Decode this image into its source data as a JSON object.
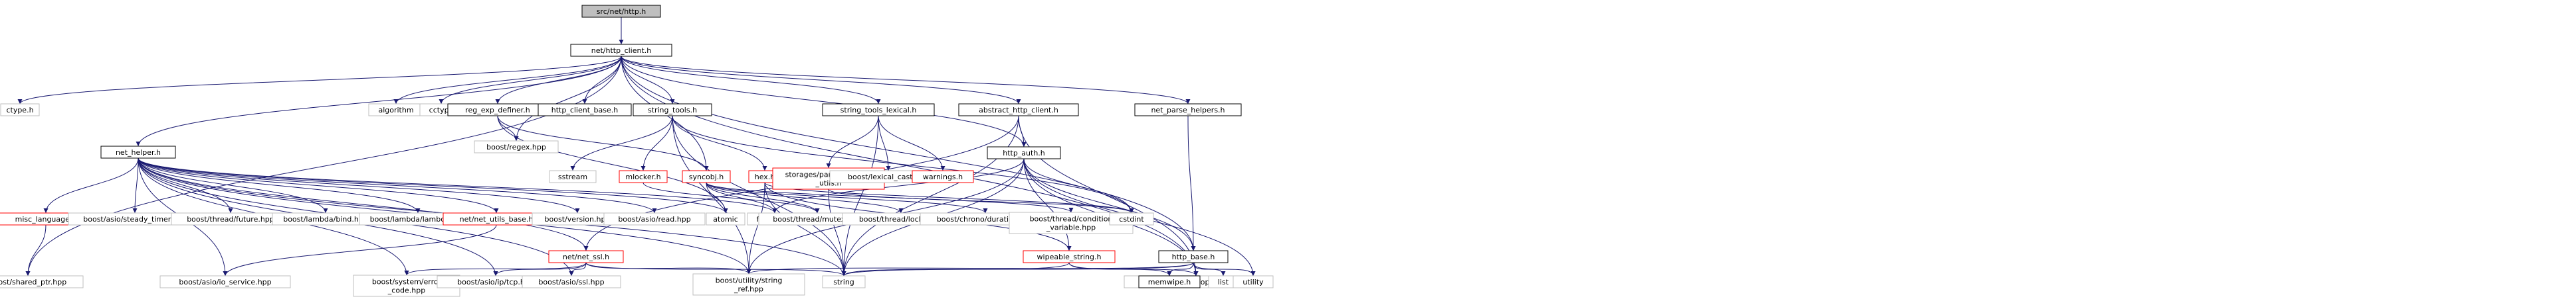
{
  "graph": {
    "colors": {
      "edge": "#191970",
      "doc_border": "#000000",
      "undoc_border": "#bfbfbf",
      "missing_border": "#ff0000",
      "root_fill": "#bfbfbf",
      "text": "#000000"
    },
    "nodes": [
      {
        "id": "root",
        "label": "src/net/http.h",
        "kind": "root"
      },
      {
        "id": "http_client",
        "label": "net/http_client.h",
        "kind": "doc"
      },
      {
        "id": "ctype_h",
        "label": "ctype.h",
        "kind": "undoc"
      },
      {
        "id": "algorithm",
        "label": "algorithm",
        "kind": "undoc"
      },
      {
        "id": "cctype",
        "label": "cctype",
        "kind": "undoc"
      },
      {
        "id": "reg_exp",
        "label": "reg_exp_definer.h",
        "kind": "doc"
      },
      {
        "id": "http_client_base",
        "label": "http_client_base.h",
        "kind": "doc"
      },
      {
        "id": "string_tools",
        "label": "string_tools.h",
        "kind": "doc"
      },
      {
        "id": "string_tools_lexical",
        "label": "string_tools_lexical.h",
        "kind": "doc"
      },
      {
        "id": "abstract_http_client",
        "label": "abstract_http_client.h",
        "kind": "doc"
      },
      {
        "id": "net_parse_helpers",
        "label": "net_parse_helpers.h",
        "kind": "doc"
      },
      {
        "id": "boost_regex",
        "label": "boost/regex.hpp",
        "kind": "undoc"
      },
      {
        "id": "sstream",
        "label": "sstream",
        "kind": "undoc"
      },
      {
        "id": "mlocker",
        "label": "mlocker.h",
        "kind": "missing"
      },
      {
        "id": "syncobj",
        "label": "syncobj.h",
        "kind": "missing"
      },
      {
        "id": "hex",
        "label": "hex.h",
        "kind": "missing"
      },
      {
        "id": "storages",
        "label": "storages/parserse_base\n_utils.h",
        "kind": "missing"
      },
      {
        "id": "lexical_cast",
        "label": "boost/lexical_cast.hpp",
        "kind": "undoc"
      },
      {
        "id": "warnings",
        "label": "warnings.h",
        "kind": "missing"
      },
      {
        "id": "http_auth",
        "label": "http_auth.h",
        "kind": "doc"
      },
      {
        "id": "net_helper",
        "label": "net_helper.h",
        "kind": "doc"
      },
      {
        "id": "misc_language",
        "label": "misc_language.h",
        "kind": "missing"
      },
      {
        "id": "steady_timer",
        "label": "boost/asio/steady_timer.hpp",
        "kind": "undoc"
      },
      {
        "id": "thread_future",
        "label": "boost/thread/future.hpp",
        "kind": "undoc"
      },
      {
        "id": "lambda_bind",
        "label": "boost/lambda/bind.hpp",
        "kind": "undoc"
      },
      {
        "id": "lambda_lambda",
        "label": "boost/lambda/lambda.hpp",
        "kind": "undoc"
      },
      {
        "id": "net_utils_base",
        "label": "net/net_utils_base.h",
        "kind": "missing"
      },
      {
        "id": "version",
        "label": "boost/version.hpp",
        "kind": "undoc"
      },
      {
        "id": "asio_read",
        "label": "boost/asio/read.hpp",
        "kind": "undoc"
      },
      {
        "id": "atomic",
        "label": "atomic",
        "kind": "undoc"
      },
      {
        "id": "functional",
        "label": "functional",
        "kind": "undoc"
      },
      {
        "id": "net_ssl",
        "label": "net/net_ssl.h",
        "kind": "missing"
      },
      {
        "id": "thread_mutex",
        "label": "boost/thread/mutex.hpp",
        "kind": "undoc"
      },
      {
        "id": "thread_locks",
        "label": "boost/thread/locks.hpp",
        "kind": "undoc"
      },
      {
        "id": "chrono_duration",
        "label": "boost/chrono/duration.hpp",
        "kind": "undoc"
      },
      {
        "id": "thread_condvar",
        "label": "boost/thread/condition\n_variable.hpp",
        "kind": "undoc"
      },
      {
        "id": "cstdint",
        "label": "cstdint",
        "kind": "undoc"
      },
      {
        "id": "wipeable_string",
        "label": "wipeable_string.h",
        "kind": "missing"
      },
      {
        "id": "http_base",
        "label": "http_base.h",
        "kind": "doc"
      },
      {
        "id": "shared_ptr",
        "label": "boost/shared_ptr.hpp",
        "kind": "undoc"
      },
      {
        "id": "io_service",
        "label": "boost/asio/io_service.hpp",
        "kind": "undoc"
      },
      {
        "id": "error_code",
        "label": "boost/system/error\n_code.hpp",
        "kind": "undoc"
      },
      {
        "id": "ip_tcp",
        "label": "boost/asio/ip/tcp.hpp",
        "kind": "undoc"
      },
      {
        "id": "asio_ssl",
        "label": "boost/asio/ssl.hpp",
        "kind": "undoc"
      },
      {
        "id": "string_ref",
        "label": "boost/utility/string\n_ref.hpp",
        "kind": "undoc"
      },
      {
        "id": "string",
        "label": "string",
        "kind": "undoc"
      },
      {
        "id": "optional",
        "label": "boost/optional/optional.hpp",
        "kind": "undoc"
      },
      {
        "id": "memwipe",
        "label": "memwipe.h",
        "kind": "doc"
      },
      {
        "id": "list",
        "label": "list",
        "kind": "undoc"
      },
      {
        "id": "utility",
        "label": "utility",
        "kind": "undoc"
      }
    ],
    "edges": [
      [
        "root",
        "http_client"
      ],
      [
        "http_client",
        "ctype_h"
      ],
      [
        "http_client",
        "algorithm"
      ],
      [
        "http_client",
        "cctype"
      ],
      [
        "http_client",
        "reg_exp"
      ],
      [
        "http_client",
        "http_client_base"
      ],
      [
        "http_client",
        "string_tools"
      ],
      [
        "http_client",
        "string_tools_lexical"
      ],
      [
        "http_client",
        "abstract_http_client"
      ],
      [
        "http_client",
        "net_parse_helpers"
      ],
      [
        "http_client",
        "net_helper"
      ],
      [
        "http_client",
        "boost_regex"
      ],
      [
        "http_client",
        "syncobj"
      ],
      [
        "http_client",
        "http_auth"
      ],
      [
        "http_client",
        "http_base"
      ],
      [
        "http_client",
        "shared_ptr"
      ],
      [
        "http_client",
        "optional"
      ],
      [
        "reg_exp",
        "boost_regex"
      ],
      [
        "reg_exp",
        "atomic"
      ],
      [
        "reg_exp",
        "syncobj"
      ],
      [
        "string_tools",
        "sstream"
      ],
      [
        "string_tools",
        "mlocker"
      ],
      [
        "string_tools",
        "hex"
      ],
      [
        "string_tools",
        "string_ref"
      ],
      [
        "string_tools",
        "string"
      ],
      [
        "string_tools",
        "cstdint"
      ],
      [
        "string_tools_lexical",
        "storages"
      ],
      [
        "string_tools_lexical",
        "lexical_cast"
      ],
      [
        "string_tools_lexical",
        "warnings"
      ],
      [
        "string_tools_lexical",
        "string"
      ],
      [
        "abstract_http_client",
        "http_auth"
      ],
      [
        "abstract_http_client",
        "string"
      ],
      [
        "abstract_http_client",
        "net_ssl"
      ],
      [
        "abstract_http_client",
        "optional"
      ],
      [
        "net_parse_helpers",
        "http_base"
      ],
      [
        "mlocker",
        "thread_mutex"
      ],
      [
        "syncobj",
        "thread_mutex"
      ],
      [
        "syncobj",
        "thread_locks"
      ],
      [
        "syncobj",
        "chrono_duration"
      ],
      [
        "syncobj",
        "thread_condvar"
      ],
      [
        "syncobj",
        "atomic"
      ],
      [
        "syncobj",
        "functional"
      ],
      [
        "hex",
        "string"
      ],
      [
        "hex",
        "cstdint"
      ],
      [
        "hex",
        "wipeable_string"
      ],
      [
        "hex",
        "string_ref"
      ],
      [
        "storages",
        "string"
      ],
      [
        "storages",
        "cstdint"
      ],
      [
        "http_auth",
        "functional"
      ],
      [
        "http_auth",
        "cstdint"
      ],
      [
        "http_auth",
        "string"
      ],
      [
        "http_auth",
        "wipeable_string"
      ],
      [
        "http_auth",
        "http_base"
      ],
      [
        "http_auth",
        "optional"
      ],
      [
        "http_auth",
        "string_ref"
      ],
      [
        "http_auth",
        "utility"
      ],
      [
        "net_helper",
        "misc_language"
      ],
      [
        "net_helper",
        "steady_timer"
      ],
      [
        "net_helper",
        "thread_future"
      ],
      [
        "net_helper",
        "lambda_bind"
      ],
      [
        "net_helper",
        "lambda_lambda"
      ],
      [
        "net_helper",
        "net_utils_base"
      ],
      [
        "net_helper",
        "version"
      ],
      [
        "net_helper",
        "asio_read"
      ],
      [
        "net_helper",
        "atomic"
      ],
      [
        "net_helper",
        "functional"
      ],
      [
        "net_helper",
        "net_ssl"
      ],
      [
        "net_helper",
        "io_service"
      ],
      [
        "net_helper",
        "error_code"
      ],
      [
        "net_helper",
        "ip_tcp"
      ],
      [
        "net_helper",
        "asio_ssl"
      ],
      [
        "net_helper",
        "string_ref"
      ],
      [
        "net_helper",
        "string"
      ],
      [
        "misc_language",
        "shared_ptr"
      ],
      [
        "net_utils_base",
        "io_service"
      ],
      [
        "net_ssl",
        "error_code"
      ],
      [
        "net_ssl",
        "ip_tcp"
      ],
      [
        "net_ssl",
        "asio_ssl"
      ],
      [
        "net_ssl",
        "string_ref"
      ],
      [
        "net_ssl",
        "string"
      ],
      [
        "wipeable_string",
        "optional"
      ],
      [
        "wipeable_string",
        "memwipe"
      ],
      [
        "wipeable_string",
        "string"
      ],
      [
        "http_base",
        "string_ref"
      ],
      [
        "http_base",
        "string"
      ],
      [
        "http_base",
        "memwipe"
      ],
      [
        "http_base",
        "list"
      ],
      [
        "http_base",
        "utility"
      ]
    ]
  }
}
